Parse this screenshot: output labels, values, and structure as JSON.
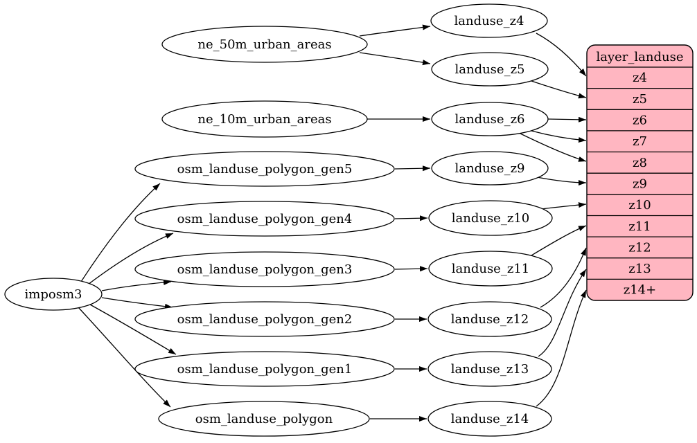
{
  "diagram": {
    "background": "#ffffff",
    "node_fill": "#ffffff",
    "node_stroke": "#000000",
    "edge_color": "#000000",
    "text_color": "#000000"
  },
  "nodes": {
    "imposm3": {
      "label": "imposm3"
    },
    "ne_50m_urban_areas": {
      "label": "ne_50m_urban_areas"
    },
    "ne_10m_urban_areas": {
      "label": "ne_10m_urban_areas"
    },
    "osm_landuse_polygon_gen5": {
      "label": "osm_landuse_polygon_gen5"
    },
    "osm_landuse_polygon_gen4": {
      "label": "osm_landuse_polygon_gen4"
    },
    "osm_landuse_polygon_gen3": {
      "label": "osm_landuse_polygon_gen3"
    },
    "osm_landuse_polygon_gen2": {
      "label": "osm_landuse_polygon_gen2"
    },
    "osm_landuse_polygon_gen1": {
      "label": "osm_landuse_polygon_gen1"
    },
    "osm_landuse_polygon": {
      "label": "osm_landuse_polygon"
    },
    "landuse_z4": {
      "label": "landuse_z4"
    },
    "landuse_z5": {
      "label": "landuse_z5"
    },
    "landuse_z6": {
      "label": "landuse_z6"
    },
    "landuse_z9": {
      "label": "landuse_z9"
    },
    "landuse_z10": {
      "label": "landuse_z10"
    },
    "landuse_z11": {
      "label": "landuse_z11"
    },
    "landuse_z12": {
      "label": "landuse_z12"
    },
    "landuse_z13": {
      "label": "landuse_z13"
    },
    "landuse_z14": {
      "label": "landuse_z14"
    }
  },
  "table": {
    "title": "layer_landuse",
    "fill": "#ffb6c1",
    "rows": [
      "z4",
      "z5",
      "z6",
      "z7",
      "z8",
      "z9",
      "z10",
      "z11",
      "z12",
      "z13",
      "z14+"
    ]
  },
  "edges": [
    {
      "from": "ne_50m_urban_areas",
      "to": "landuse_z4"
    },
    {
      "from": "ne_50m_urban_areas",
      "to": "landuse_z5"
    },
    {
      "from": "ne_10m_urban_areas",
      "to": "landuse_z6"
    },
    {
      "from": "imposm3",
      "to": "osm_landuse_polygon_gen5"
    },
    {
      "from": "imposm3",
      "to": "osm_landuse_polygon_gen4"
    },
    {
      "from": "imposm3",
      "to": "osm_landuse_polygon_gen3"
    },
    {
      "from": "imposm3",
      "to": "osm_landuse_polygon_gen2"
    },
    {
      "from": "imposm3",
      "to": "osm_landuse_polygon_gen1"
    },
    {
      "from": "imposm3",
      "to": "osm_landuse_polygon"
    },
    {
      "from": "osm_landuse_polygon_gen5",
      "to": "landuse_z9"
    },
    {
      "from": "osm_landuse_polygon_gen4",
      "to": "landuse_z10"
    },
    {
      "from": "osm_landuse_polygon_gen3",
      "to": "landuse_z11"
    },
    {
      "from": "osm_landuse_polygon_gen2",
      "to": "landuse_z12"
    },
    {
      "from": "osm_landuse_polygon_gen1",
      "to": "landuse_z13"
    },
    {
      "from": "osm_landuse_polygon",
      "to": "landuse_z14"
    },
    {
      "from": "landuse_z4",
      "to": "layer_landuse",
      "port": "z4"
    },
    {
      "from": "landuse_z5",
      "to": "layer_landuse",
      "port": "z5"
    },
    {
      "from": "landuse_z6",
      "to": "layer_landuse",
      "port": "z6"
    },
    {
      "from": "landuse_z6",
      "to": "layer_landuse",
      "port": "z7"
    },
    {
      "from": "landuse_z6",
      "to": "layer_landuse",
      "port": "z8"
    },
    {
      "from": "landuse_z9",
      "to": "layer_landuse",
      "port": "z9"
    },
    {
      "from": "landuse_z10",
      "to": "layer_landuse",
      "port": "z10"
    },
    {
      "from": "landuse_z11",
      "to": "layer_landuse",
      "port": "z11"
    },
    {
      "from": "landuse_z12",
      "to": "layer_landuse",
      "port": "z12"
    },
    {
      "from": "landuse_z13",
      "to": "layer_landuse",
      "port": "z13"
    },
    {
      "from": "landuse_z14",
      "to": "layer_landuse",
      "port": "z14+"
    }
  ]
}
